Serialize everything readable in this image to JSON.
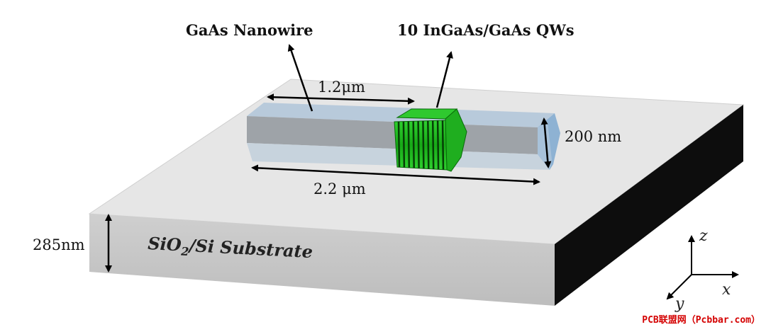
{
  "labels": {
    "nanowire": "GaAs Nanowire",
    "qws": "10 InGaAs/GaAs QWs",
    "length_short": "1.2μm",
    "length_long": "2.2 μm",
    "diameter": "200 nm",
    "thickness": "285nm",
    "substrate_main": "SiO",
    "substrate_sub": "2",
    "substrate_rest": "/Si Substrate"
  },
  "axes": {
    "z": "z",
    "x": "x",
    "y": "y"
  },
  "watermark": "PCB联盟网（Pcbbar.com）",
  "colors": {
    "substrate_top": "#e8e8e8",
    "substrate_front": "#c8c8c8",
    "substrate_side": "#0e0e0e",
    "wire_top": "#b9cde0",
    "wire_mid": "#9aa0a6",
    "wire_low": "#c9d6e0",
    "wire_end": "#8fb2d4",
    "qw_green": "#1fbf1f",
    "qw_dark": "#0a6a0a"
  }
}
